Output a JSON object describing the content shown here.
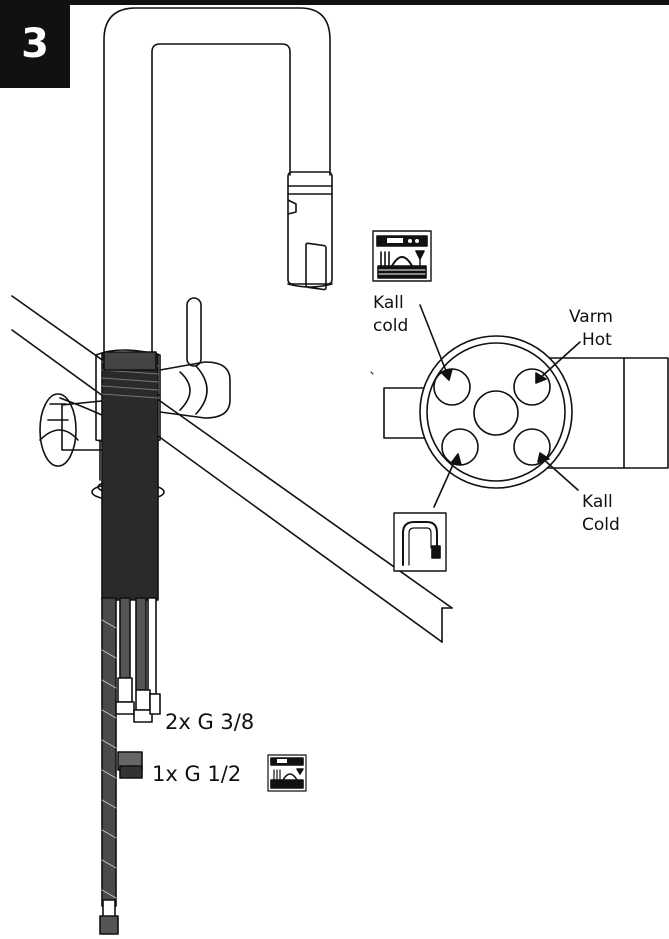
{
  "step": {
    "number": "3"
  },
  "labels": {
    "cold_left_line1": "Kall",
    "cold_left_line2": "cold",
    "hot_line1": "Varm",
    "hot_line2": "Hot",
    "cold_right_line1": "Kall",
    "cold_right_line2": "Cold",
    "hose_spec_1": "2x G 3/8",
    "hose_spec_2": "1x G 1/2"
  },
  "icons": [
    "dishwasher-icon",
    "tap-icon"
  ]
}
